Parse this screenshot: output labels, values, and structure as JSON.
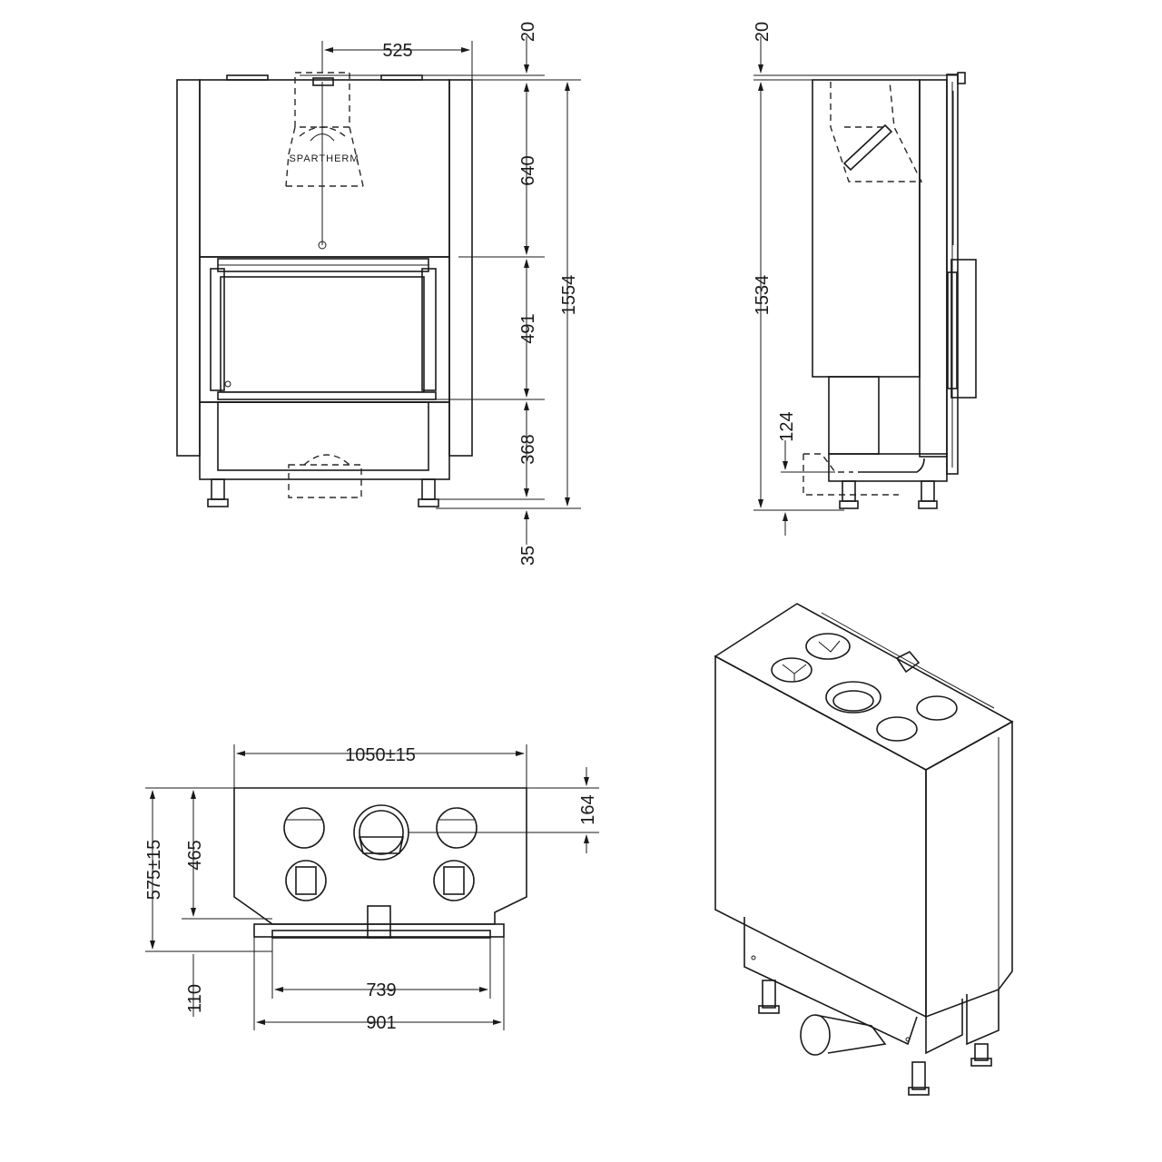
{
  "front_view": {
    "brand_text": "SPARTHERM",
    "dims": {
      "width_flue": "525",
      "top_gap": "20",
      "upper": "640",
      "door": "491",
      "lower": "368",
      "feet": "35",
      "total": "1554"
    }
  },
  "side_view": {
    "dims": {
      "top_gap": "20",
      "total": "1534",
      "bottom": "124"
    }
  },
  "top_view": {
    "dims": {
      "width": "1050±15",
      "right": "164",
      "depth": "575±15",
      "inner": "465",
      "front": "110",
      "glass": "739",
      "opening": "901"
    }
  }
}
